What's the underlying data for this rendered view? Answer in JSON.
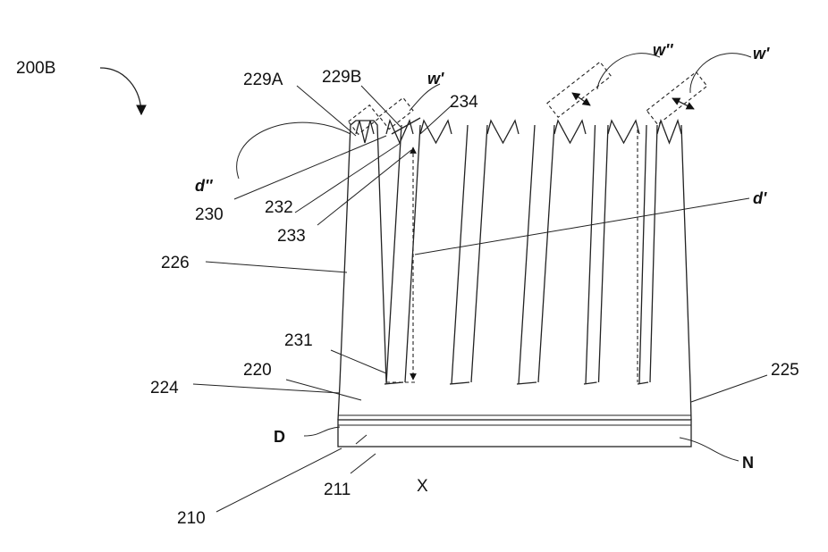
{
  "figure": {
    "id_label": "200B",
    "labels": {
      "l229A": "229A",
      "l229B": "229B",
      "l234": "234",
      "l230": "230",
      "l232": "232",
      "l233": "233",
      "l226": "226",
      "l231": "231",
      "l220": "220",
      "l224": "224",
      "l225": "225",
      "l210": "210",
      "l211": "211",
      "lX": "X",
      "lD": "D",
      "lN": "N",
      "lw1": "w'",
      "lw2": "w''",
      "lw3": "w'",
      "ld1": "d'",
      "ld2": "d''"
    }
  }
}
